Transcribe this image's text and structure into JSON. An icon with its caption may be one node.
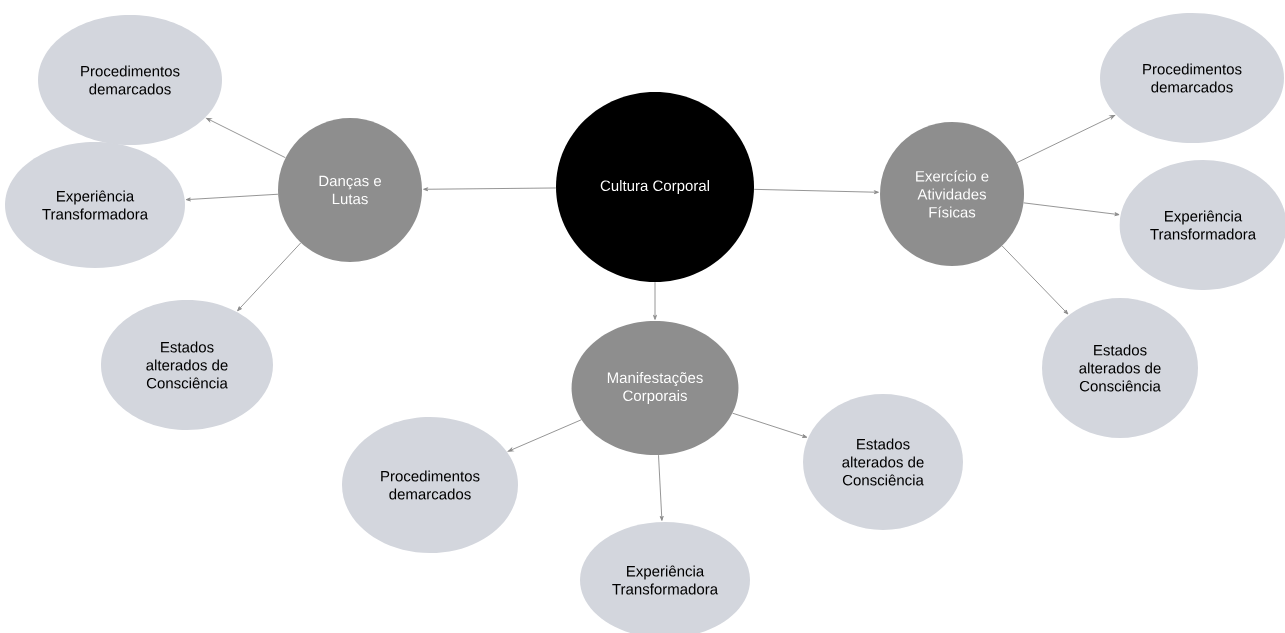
{
  "diagram": {
    "nodes": [
      {
        "text": [
          "Cultura Corporal"
        ]
      },
      {
        "text": [
          "Danças e Lutas"
        ]
      },
      {
        "text": [
          "Exercício e Atividades Físicas"
        ]
      },
      {
        "text": [
          "Manifestações Corporais"
        ]
      },
      {
        "text": [
          "Procedimentos demarcados"
        ]
      },
      {
        "text": [
          "Experiência Transformadora"
        ]
      },
      {
        "text": [
          "Estados alterados de Consciência"
        ]
      },
      {
        "text": [
          "Procedimentos demarcados"
        ]
      },
      {
        "text": [
          "Experiência Transformadora"
        ]
      },
      {
        "text": [
          "Estados alterados de Consciência"
        ]
      },
      {
        "text": [
          "Procedimentos demarcados"
        ]
      },
      {
        "text": [
          "Experiência Transformadora"
        ]
      },
      {
        "text": [
          "Estados alterados de Consciência"
        ]
      }
    ],
    "edges": [
      {
        "from": 0,
        "to": 1,
        "arrow": "to"
      },
      {
        "from": 0,
        "to": 2,
        "arrow": "to"
      },
      {
        "from": 0,
        "to": 3,
        "arrow": "to"
      },
      {
        "from": 1,
        "to": 4,
        "arrow": "to"
      },
      {
        "from": 1,
        "to": 5,
        "arrow": "to"
      },
      {
        "from": 1,
        "to": 6,
        "arrow": "to"
      },
      {
        "from": 2,
        "to": 7,
        "arrow": "to"
      },
      {
        "from": 2,
        "to": 8,
        "arrow": "to"
      },
      {
        "from": 2,
        "to": 9,
        "arrow": "to"
      },
      {
        "from": 3,
        "to": 10,
        "arrow": "to"
      },
      {
        "from": 3,
        "to": 11,
        "arrow": "to"
      },
      {
        "from": 3,
        "to": 12,
        "arrow": "to"
      }
    ]
  }
}
